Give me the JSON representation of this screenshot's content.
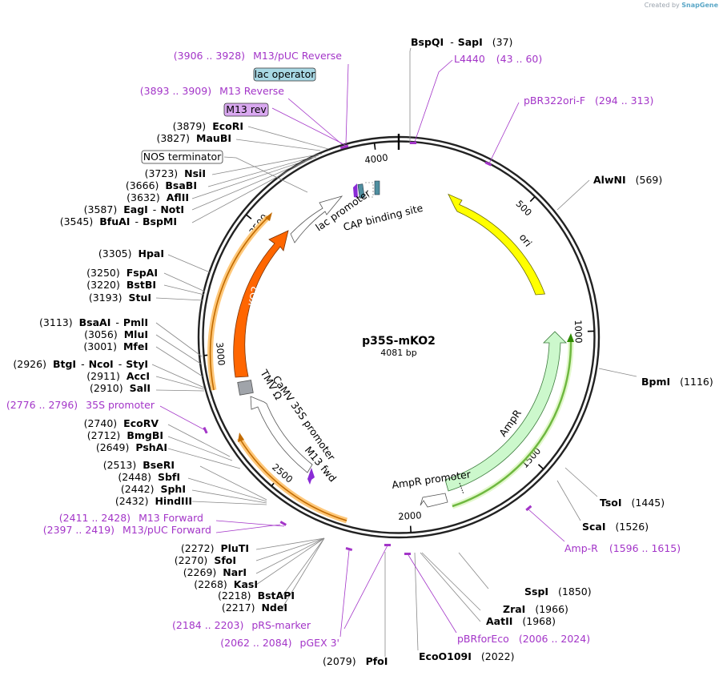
{
  "credit": {
    "prefix": "Created by",
    "brand": "SnapGene"
  },
  "plasmid": {
    "name": "p35S-mKO2",
    "size": "4081 bp",
    "length": 4081
  },
  "ticks": [
    "500",
    "1000",
    "1500",
    "2000",
    "2500",
    "3000",
    "3500",
    "4000"
  ],
  "features": {
    "ori": "ori",
    "ampr": "AmpR",
    "mko2": "mKO2",
    "ampr_promoter": "AmpR promoter",
    "camv": "CaMV 35S promoter",
    "tmv": "TMV Ω",
    "lac_promoter": "lac promoter",
    "cap": "CAP binding site",
    "m13fwd": "M13 fwd",
    "lac_operator": "lac operator",
    "m13rev": "M13 rev",
    "nos": "NOS terminator"
  },
  "sites": [
    {
      "name": "BspQI",
      "extra": "SapI",
      "pos": "(37)"
    },
    {
      "name": "AlwNI",
      "pos": "(569)"
    },
    {
      "name": "BpmI",
      "pos": "(1116)"
    },
    {
      "name": "TsoI",
      "pos": "(1445)"
    },
    {
      "name": "ScaI",
      "pos": "(1526)"
    },
    {
      "name": "SspI",
      "pos": "(1850)"
    },
    {
      "name": "ZraI",
      "pos": "(1966)"
    },
    {
      "name": "AatII",
      "pos": "(1968)"
    },
    {
      "name": "EcoO109I",
      "pos": "(2022)"
    },
    {
      "name": "PfoI",
      "pos": "(2079)"
    },
    {
      "name": "NdeI",
      "pos": "(2217)"
    },
    {
      "name": "BstAPI",
      "pos": "(2218)"
    },
    {
      "name": "KasI",
      "pos": "(2268)"
    },
    {
      "name": "NarI",
      "pos": "(2269)"
    },
    {
      "name": "SfoI",
      "pos": "(2270)"
    },
    {
      "name": "PluTI",
      "pos": "(2272)"
    },
    {
      "name": "HindIII",
      "pos": "(2432)"
    },
    {
      "name": "SphI",
      "pos": "(2442)"
    },
    {
      "name": "SbfI",
      "pos": "(2448)"
    },
    {
      "name": "BseRI",
      "pos": "(2513)"
    },
    {
      "name": "PshAI",
      "pos": "(2649)"
    },
    {
      "name": "BmgBI",
      "pos": "(2712)"
    },
    {
      "name": "EcoRV",
      "pos": "(2740)"
    },
    {
      "name": "SalI",
      "pos": "(2910)"
    },
    {
      "name": "AccI",
      "pos": "(2911)"
    },
    {
      "name": "BtgI",
      "extra": "NcoI",
      "extra2": "StyI",
      "pos": "(2926)"
    },
    {
      "name": "MfeI",
      "pos": "(3001)"
    },
    {
      "name": "MluI",
      "pos": "(3056)"
    },
    {
      "name": "BsaAI",
      "extra": "PmlI",
      "pos": "(3113)"
    },
    {
      "name": "StuI",
      "pos": "(3193)"
    },
    {
      "name": "BstBI",
      "pos": "(3220)"
    },
    {
      "name": "FspAI",
      "pos": "(3250)"
    },
    {
      "name": "HpaI",
      "pos": "(3305)"
    },
    {
      "name": "BfuAI",
      "extra": "BspMI",
      "pos": "(3545)"
    },
    {
      "name": "EagI",
      "extra": "NotI",
      "pos": "(3587)"
    },
    {
      "name": "AflII",
      "pos": "(3632)"
    },
    {
      "name": "BsaBI",
      "pos": "(3666)"
    },
    {
      "name": "NsiI",
      "pos": "(3723)"
    },
    {
      "name": "MauBI",
      "pos": "(3827)"
    },
    {
      "name": "EcoRI",
      "pos": "(3879)"
    }
  ],
  "primers": [
    {
      "name": "L4440",
      "range": "(43 .. 60)"
    },
    {
      "name": "pBR322ori-F",
      "range": "(294 .. 313)"
    },
    {
      "name": "Amp-R",
      "range": "(1596 .. 1615)"
    },
    {
      "name": "pBRforEco",
      "range": "(2006 .. 2024)"
    },
    {
      "name": "pGEX 3'",
      "range": "(2062 .. 2084)"
    },
    {
      "name": "pRS-marker",
      "range": "(2184 .. 2203)"
    },
    {
      "name": "M13/pUC Forward",
      "range": "(2397 .. 2419)"
    },
    {
      "name": "M13 Forward",
      "range": "(2411 .. 2428)"
    },
    {
      "name": "35S promoter",
      "range": "(2776 .. 2796)"
    },
    {
      "name": "M13 Reverse",
      "range": "(3893 .. 3909)"
    },
    {
      "name": "M13/pUC Reverse",
      "range": "(3906 .. 3928)"
    }
  ]
}
